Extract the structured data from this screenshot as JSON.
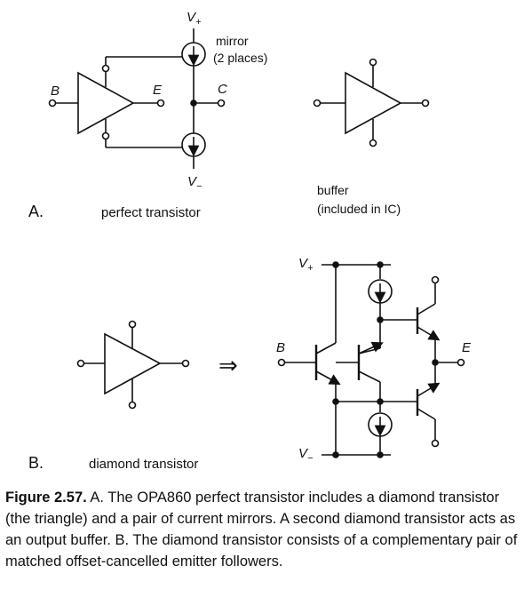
{
  "panel_a": {
    "letter": "A.",
    "title": "perfect transistor",
    "v_plus": "V",
    "v_plus_sub": "+",
    "v_minus": "V",
    "v_minus_sub": "−",
    "mirror_label_1": "mirror",
    "mirror_label_2": "(2 places)",
    "terminal_b": "B",
    "terminal_e": "E",
    "terminal_c": "C",
    "buffer_label_1": "buffer",
    "buffer_label_2": "(included in IC)"
  },
  "panel_b": {
    "letter": "B.",
    "title": "diamond transistor",
    "arrow": "⇒",
    "v_plus": "V",
    "v_plus_sub": "+",
    "v_minus": "V",
    "v_minus_sub": "−",
    "terminal_b": "B",
    "terminal_e": "E"
  },
  "caption": {
    "figure_number": "Figure 2.57.",
    "text": " A. The OPA860 perfect transistor includes a diamond transistor (the triangle) and a pair of current mirrors. A second diamond transistor acts as an output buffer. B. The diamond transistor consists of a complementary pair of matched offset-cancelled emitter followers."
  }
}
